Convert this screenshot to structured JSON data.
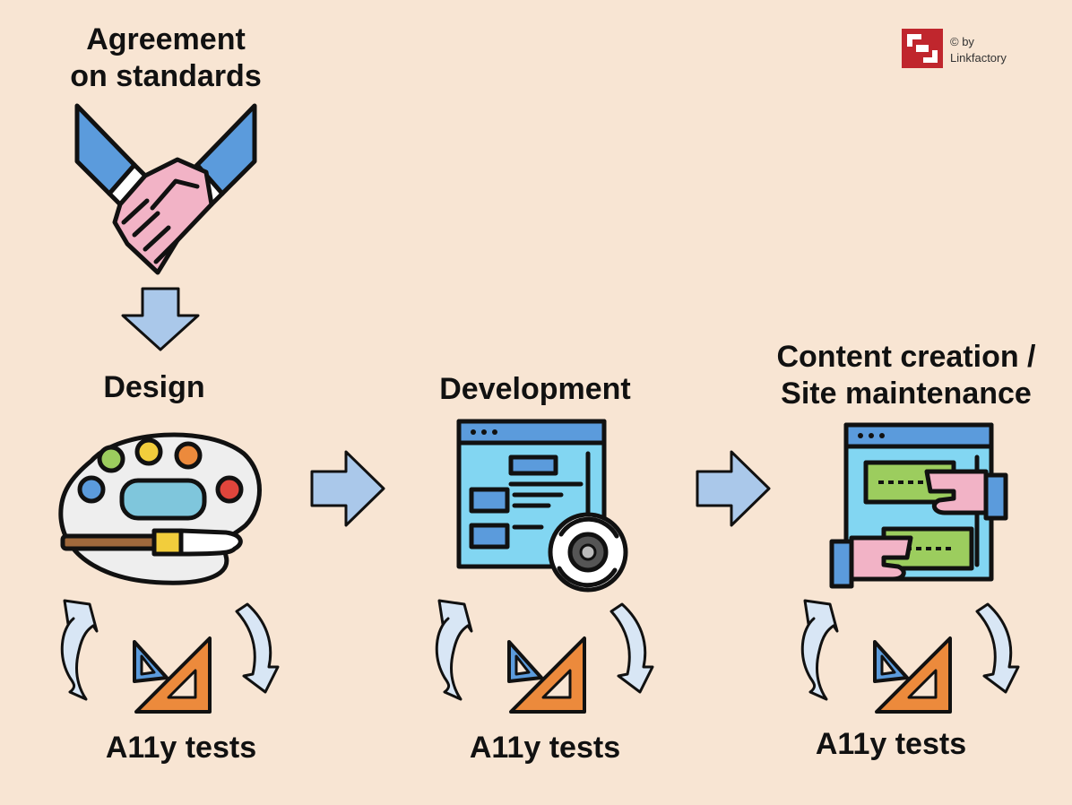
{
  "stages": {
    "agreement": {
      "line1": "Agreement",
      "line2": "on standards",
      "icon": "handshake-icon"
    },
    "design": {
      "label": "Design",
      "icon": "palette-icon"
    },
    "development": {
      "label": "Development",
      "icon": "webpage-gear-icon"
    },
    "content": {
      "line1": "Content creation /",
      "line2": "Site maintenance",
      "icon": "webpage-hands-icon"
    }
  },
  "tests": {
    "design": "A11y tests",
    "development": "A11y tests",
    "content": "A11y tests",
    "icon": "set-square-icon"
  },
  "logo": {
    "copyright": "© by",
    "company": "Linkfactory",
    "icon": "linkfactory-logo-icon"
  },
  "colors": {
    "background": "#f8e5d3",
    "arrow": "#aac8ea",
    "blue": "#5b9bdc",
    "pink": "#f2b3c6",
    "orange": "#ec8a3c",
    "green": "#9ccd5e",
    "logo_red": "#c0262d"
  }
}
